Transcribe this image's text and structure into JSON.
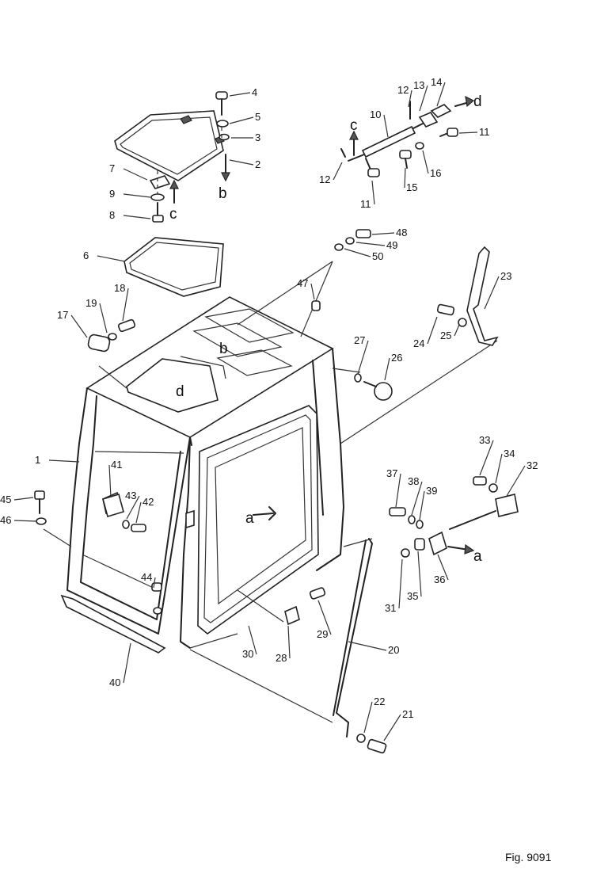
{
  "figure": {
    "caption": "Fig. 9091"
  },
  "callouts": [
    {
      "id": "1",
      "text": "1"
    },
    {
      "id": "2",
      "text": "2"
    },
    {
      "id": "3",
      "text": "3"
    },
    {
      "id": "4",
      "text": "4"
    },
    {
      "id": "5",
      "text": "5"
    },
    {
      "id": "6",
      "text": "6"
    },
    {
      "id": "7",
      "text": "7"
    },
    {
      "id": "8",
      "text": "8"
    },
    {
      "id": "9",
      "text": "9"
    },
    {
      "id": "10",
      "text": "10"
    },
    {
      "id": "11a",
      "text": "11"
    },
    {
      "id": "11b",
      "text": "11"
    },
    {
      "id": "12a",
      "text": "12"
    },
    {
      "id": "12b",
      "text": "12"
    },
    {
      "id": "13",
      "text": "13"
    },
    {
      "id": "14",
      "text": "14"
    },
    {
      "id": "15",
      "text": "15"
    },
    {
      "id": "16",
      "text": "16"
    },
    {
      "id": "17",
      "text": "17"
    },
    {
      "id": "18",
      "text": "18"
    },
    {
      "id": "19",
      "text": "19"
    },
    {
      "id": "20",
      "text": "20"
    },
    {
      "id": "21",
      "text": "21"
    },
    {
      "id": "22",
      "text": "22"
    },
    {
      "id": "23",
      "text": "23"
    },
    {
      "id": "24",
      "text": "24"
    },
    {
      "id": "25",
      "text": "25"
    },
    {
      "id": "26",
      "text": "26"
    },
    {
      "id": "27",
      "text": "27"
    },
    {
      "id": "28",
      "text": "28"
    },
    {
      "id": "29",
      "text": "29"
    },
    {
      "id": "30",
      "text": "30"
    },
    {
      "id": "31",
      "text": "31"
    },
    {
      "id": "32",
      "text": "32"
    },
    {
      "id": "33",
      "text": "33"
    },
    {
      "id": "34",
      "text": "34"
    },
    {
      "id": "35",
      "text": "35"
    },
    {
      "id": "36",
      "text": "36"
    },
    {
      "id": "37",
      "text": "37"
    },
    {
      "id": "38",
      "text": "38"
    },
    {
      "id": "39",
      "text": "39"
    },
    {
      "id": "40",
      "text": "40"
    },
    {
      "id": "41",
      "text": "41"
    },
    {
      "id": "42",
      "text": "42"
    },
    {
      "id": "43",
      "text": "43"
    },
    {
      "id": "44",
      "text": "44"
    },
    {
      "id": "45",
      "text": "45"
    },
    {
      "id": "46",
      "text": "46"
    },
    {
      "id": "47",
      "text": "47"
    },
    {
      "id": "48",
      "text": "48"
    },
    {
      "id": "49",
      "text": "49"
    },
    {
      "id": "50",
      "text": "50"
    }
  ],
  "reference_letters": [
    {
      "id": "a1",
      "text": "a"
    },
    {
      "id": "a2",
      "text": "a"
    },
    {
      "id": "b1",
      "text": "b"
    },
    {
      "id": "b2",
      "text": "b"
    },
    {
      "id": "c1",
      "text": "c"
    },
    {
      "id": "c2",
      "text": "c"
    },
    {
      "id": "d1",
      "text": "d"
    },
    {
      "id": "d2",
      "text": "d"
    }
  ]
}
